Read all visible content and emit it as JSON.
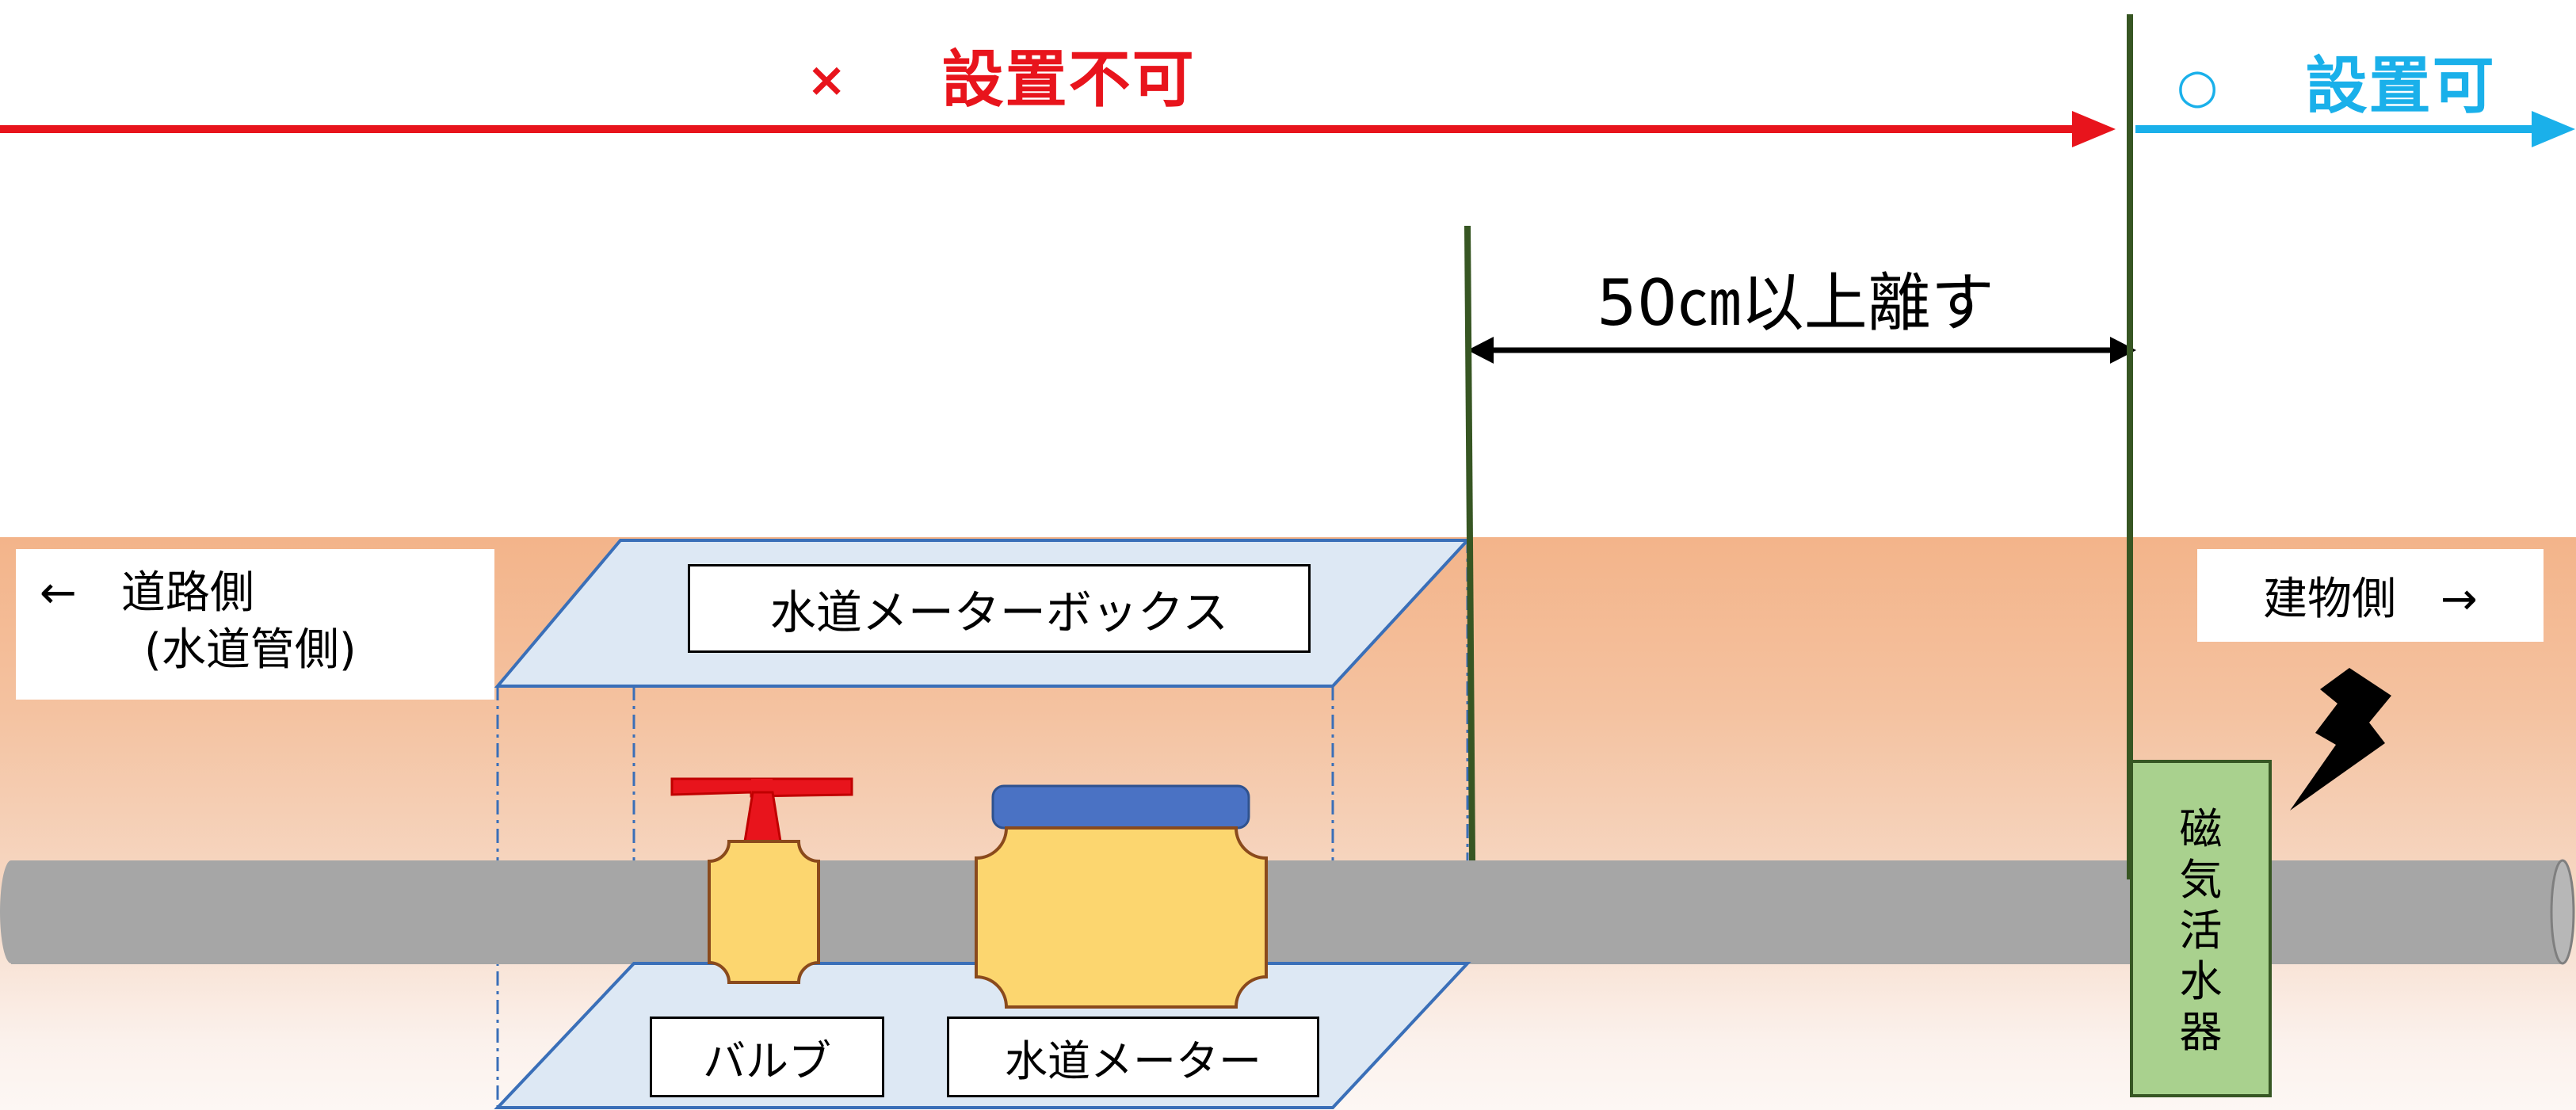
{
  "header": {
    "ng_mark": "×",
    "ng_label": "設置不可",
    "ok_mark": "○",
    "ok_label": "設置可"
  },
  "distance_label": "50㎝以上離す",
  "road_side": {
    "line1": "←　道路側",
    "line2": "(水道管側)"
  },
  "building_side": "建物側　→",
  "meter_box_label": "水道メーターボックス",
  "valve_label": "バルブ",
  "meter_label": "水道メーター",
  "device_label": [
    "磁",
    "気",
    "活",
    "水",
    "器"
  ],
  "colors": {
    "ng": "#e8141c",
    "ok": "#1ab0ea",
    "pipe": "#a6a6a6",
    "valve_body": "#fcd66f",
    "valve_handle": "#e8141c",
    "meter_cap": "#4a72c4",
    "box_fill": "#dde8f4",
    "box_border": "#3a6fb8",
    "device_fill": "#a9d18e",
    "marker_line": "#375623",
    "ground_top": "#f3b48a"
  },
  "icons": [
    "lightning-icon"
  ]
}
